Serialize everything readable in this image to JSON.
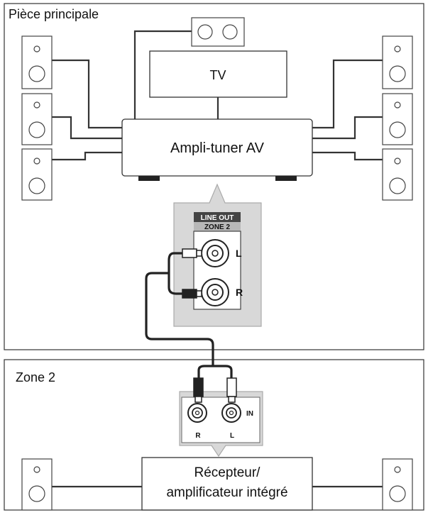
{
  "main_room": {
    "label": "Pièce principale"
  },
  "zone2": {
    "label": "Zone 2"
  },
  "tv": {
    "label": "TV"
  },
  "av_receiver": {
    "label": "Ampli-tuner AV"
  },
  "line_out_panel": {
    "header": "LINE OUT",
    "zone": "ZONE 2",
    "jack_left": "L",
    "jack_right": "R"
  },
  "input_panel": {
    "input_label": "IN",
    "jack_right": "R",
    "jack_left": "L"
  },
  "zone2_amp": {
    "line1": "Récepteur/",
    "line2": "amplificateur intégré"
  },
  "colors": {
    "panel_fill": "#d8d8d8",
    "panel_border": "#aaaaaa",
    "line_out_header_bg": "#444444",
    "zone_label_bg": "#b8b8b8"
  }
}
